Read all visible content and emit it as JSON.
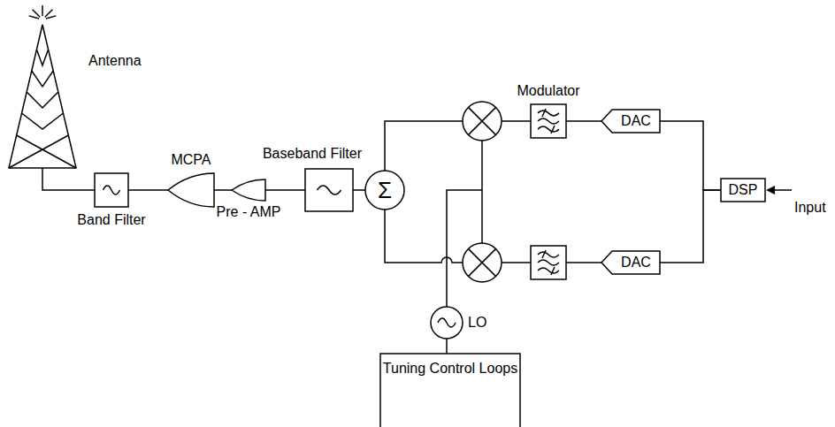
{
  "diagram": {
    "nodes": [
      {
        "text": [
          "Antenna"
        ]
      },
      {
        "text": [
          "Band Filter"
        ]
      },
      {
        "text": [
          "MCPA"
        ]
      },
      {
        "text": [
          "Pre - AMP"
        ]
      },
      {
        "text": [
          "Baseband Filter"
        ]
      },
      {
        "text": [
          "Σ"
        ]
      },
      {
        "text": [
          "Modulator"
        ]
      },
      {
        "text": [
          "DAC"
        ]
      },
      {
        "text": [
          "DAC"
        ]
      },
      {
        "text": [
          "DSP"
        ]
      },
      {
        "text": [
          "LO"
        ]
      },
      {
        "text": [
          "Tuning Control Loops"
        ]
      }
    ],
    "edges": [
      {
        "from": 0,
        "to": 1,
        "arrow": "none"
      },
      {
        "from": 1,
        "to": 2,
        "arrow": "none"
      },
      {
        "from": 2,
        "to": 3,
        "arrow": "none"
      },
      {
        "from": 3,
        "to": 4,
        "arrow": "none"
      },
      {
        "from": 4,
        "to": 5,
        "arrow": "none"
      },
      {
        "from": 7,
        "to": 6,
        "arrow": "none"
      },
      {
        "from": 9,
        "to": 7,
        "arrow": "none"
      },
      {
        "from": 9,
        "to": 8,
        "arrow": "none"
      },
      {
        "from": 10,
        "to": 11,
        "arrow": "none"
      }
    ],
    "labels": [
      "Input"
    ]
  }
}
